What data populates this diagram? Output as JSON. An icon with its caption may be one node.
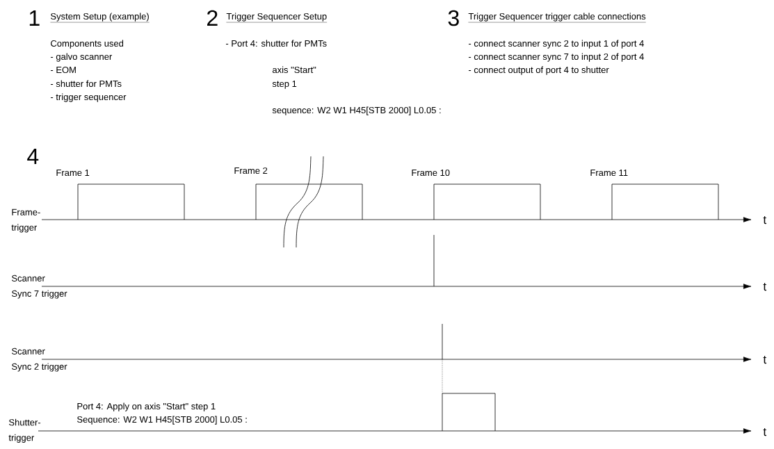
{
  "diagram": {
    "labels": [
      "1",
      "System Setup (example)",
      "Components used",
      "- galvo scanner",
      "- EOM",
      "- shutter for PMTs",
      "- trigger sequencer",
      "2",
      "Trigger Sequencer Setup",
      "- Port 4: shutter for PMTs",
      "axis \"Start\"",
      "step 1",
      "sequence: W2 W1 H45[STB 2000] L0.05 :",
      "3",
      "Trigger Sequencer trigger cable connections",
      "- connect scanner sync 2 to input 1 of port 4",
      "- connect scanner sync 7 to input 2 of port 4",
      "- connect output of port 4 to shutter",
      "4",
      "Frame 1",
      "Frame 2",
      "Frame 10",
      "Frame 11",
      "Frame-trigger",
      "t",
      "Scanner Sync 7 trigger",
      "t",
      "Scanner Sync 2 trigger",
      "t",
      "Port 4: Apply on axis \"Start\" step 1",
      "Shutter-trigger",
      "Sequence: W2 W1 H45[STB 2000] L0.05 :",
      "t"
    ]
  }
}
